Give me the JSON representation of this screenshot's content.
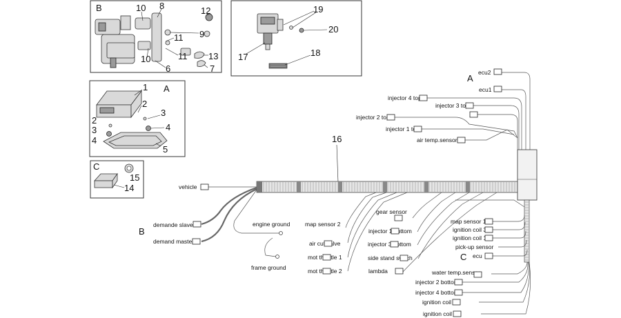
{
  "panels": {
    "b": {
      "letter": "B",
      "callouts": [
        "10",
        "8",
        "12",
        "9",
        "11",
        "11",
        "10",
        "6",
        "13",
        "7"
      ]
    },
    "top_right": {
      "callouts": [
        "19",
        "20",
        "17",
        "18"
      ]
    },
    "a": {
      "letter": "A",
      "callouts": [
        "1",
        "2",
        "3",
        "3",
        "2",
        "4",
        "4",
        "5"
      ]
    },
    "c": {
      "letter": "C",
      "callouts": [
        "15",
        "14"
      ]
    }
  },
  "harness": {
    "number": "16",
    "zone_labels": {
      "a": "A",
      "b": "B",
      "c": "C"
    },
    "connectors": {
      "ecu2": "ecu2",
      "ecu1": "ecu1",
      "injector4_top": "injector 4 top",
      "injector3_top": "injector 3 top",
      "injector2_top": "injector 2 top",
      "injector1_top": "injector 1 top",
      "air_temp_sensor": "air temp.sensor",
      "vehicle": "vehicle",
      "demande_slave": "demande slave",
      "demand_master": "demand master",
      "engine_ground": "engine ground",
      "frame_ground": "frame ground",
      "map_sensor2": "map sensor 2",
      "air_cut_valve": "air cut valve",
      "mot_throttle1": "mot throttle 1",
      "mot_throttle2": "mot throttle 2",
      "gear_sensor": "gear sensor",
      "injector1_bottom": "injector 1 bottom",
      "injector3_bottom": "injector 3 bottom",
      "side_stand_switch": "side stand switch",
      "lambda": "lambda",
      "map_sensor1": "map sensor 1",
      "ignition_coil3": "ignition coil 3",
      "ignition_coil1": "ignition coil 1",
      "pickup_sensor": "pick-up sensor",
      "ecu": "ecu",
      "water_temp_sensor": "water temp.sensor",
      "injector2_bottom": "injector 2 bottom",
      "injector4_bottom": "injector 4 bottom",
      "ignition_coil2": "ignition coil 2",
      "ignition_coil4": "ignition coil 4"
    }
  }
}
